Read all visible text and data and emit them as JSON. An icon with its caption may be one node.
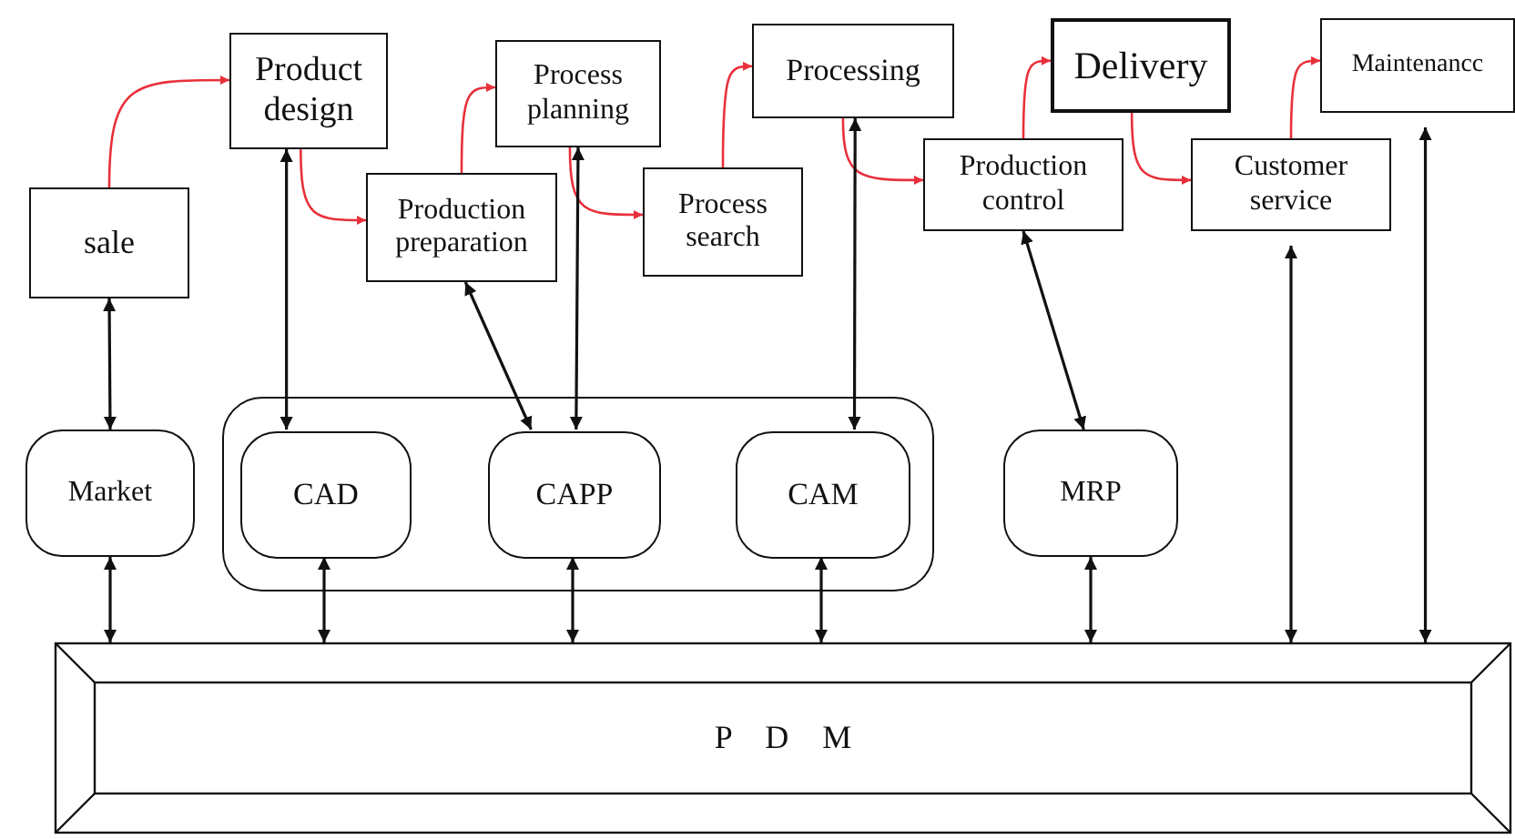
{
  "diagram": {
    "nodes": [
      {
        "text": [
          "Product design"
        ]
      },
      {
        "text": [
          "Process planning"
        ]
      },
      {
        "text": [
          "Processing"
        ]
      },
      {
        "text": [
          "Delivery"
        ]
      },
      {
        "text": [
          "Maintenancc"
        ]
      },
      {
        "text": [
          "sale"
        ]
      },
      {
        "text": [
          "Production preparation"
        ]
      },
      {
        "text": [
          "Process search"
        ]
      },
      {
        "text": [
          "Production control"
        ]
      },
      {
        "text": [
          "Customer service"
        ]
      },
      {
        "text": [],
        "shape": "box"
      },
      {
        "text": [
          "Market"
        ]
      },
      {
        "text": [
          "CAD"
        ],
        "in": 10
      },
      {
        "text": [
          "CAPP"
        ],
        "in": 10
      },
      {
        "text": [
          "CAM"
        ],
        "in": 10
      },
      {
        "text": [
          "MRP"
        ]
      },
      {
        "text": [
          "P D M"
        ]
      }
    ],
    "edges": [
      {
        "from": 5,
        "to": 0,
        "arrow": "to",
        "color": "#e8303a"
      },
      {
        "from": 0,
        "to": 6,
        "arrow": "to",
        "color": "#e8303a"
      },
      {
        "from": 6,
        "to": 1,
        "arrow": "to",
        "color": "#e8303a"
      },
      {
        "from": 1,
        "to": 7,
        "arrow": "to",
        "color": "#e8303a"
      },
      {
        "from": 7,
        "to": 2,
        "arrow": "to",
        "color": "#e8303a"
      },
      {
        "from": 2,
        "to": 8,
        "arrow": "to",
        "color": "#e8303a"
      },
      {
        "from": 8,
        "to": 3,
        "arrow": "to",
        "color": "#e8303a"
      },
      {
        "from": 3,
        "to": 9,
        "arrow": "to",
        "color": "#e8303a"
      },
      {
        "from": 9,
        "to": 4,
        "arrow": "to",
        "color": "#e8303a"
      },
      {
        "from": 5,
        "to": 11,
        "arrow": "both"
      },
      {
        "from": 0,
        "to": 12,
        "arrow": "both"
      },
      {
        "from": 6,
        "to": 13,
        "arrow": "both"
      },
      {
        "from": 1,
        "to": 13,
        "arrow": "both"
      },
      {
        "from": 2,
        "to": 14,
        "arrow": "both"
      },
      {
        "from": 8,
        "to": 15,
        "arrow": "both"
      },
      {
        "from": 16,
        "to": 9,
        "arrow": "both"
      },
      {
        "from": 16,
        "to": 4,
        "arrow": "both"
      },
      {
        "from": 11,
        "to": 16,
        "arrow": "both"
      },
      {
        "from": 12,
        "to": 16,
        "arrow": "both"
      },
      {
        "from": 13,
        "to": 16,
        "arrow": "both"
      },
      {
        "from": 14,
        "to": 16,
        "arrow": "both"
      },
      {
        "from": 15,
        "to": 16,
        "arrow": "both"
      }
    ]
  }
}
